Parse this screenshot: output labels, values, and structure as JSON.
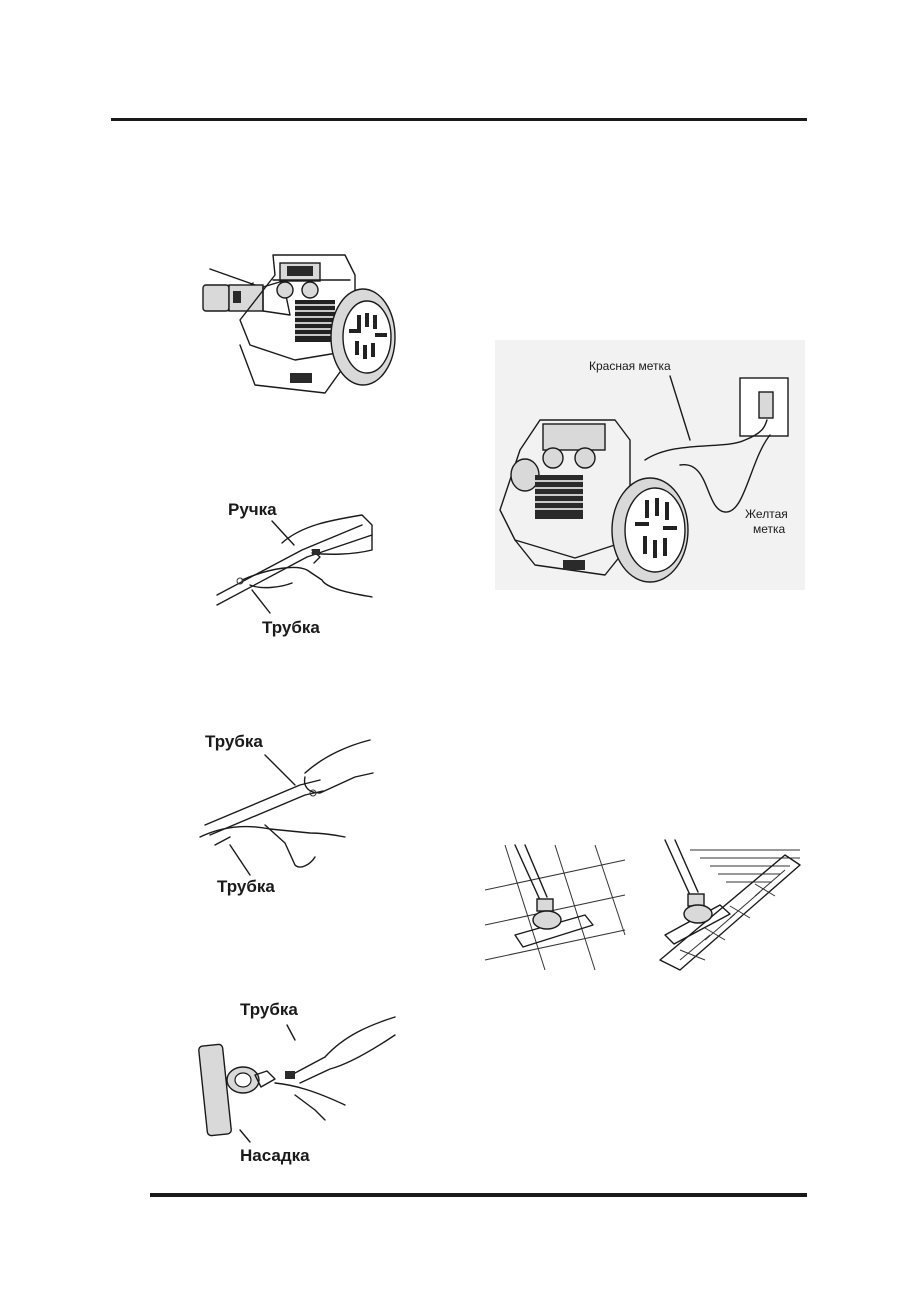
{
  "figures": {
    "handle_pipe": {
      "handle_label": "Ручка",
      "pipe_label": "Трубка"
    },
    "pipe_pipe": {
      "pipe_top_label": "Трубка",
      "pipe_bottom_label": "Трубка"
    },
    "pipe_nozzle": {
      "pipe_label": "Трубка",
      "nozzle_label": "Насадка"
    },
    "power_cord": {
      "red_mark_label": "Красная метка",
      "yellow_mark_line1": "Желтая",
      "yellow_mark_line2": "метка"
    }
  },
  "icons": [
    "vacuum-hose-inlet-illustration",
    "hose-handle-pipe-illustration",
    "pipe-connection-illustration",
    "pipe-nozzle-illustration",
    "vacuum-cord-plug-illustration",
    "floor-brush-tile-illustration",
    "floor-brush-carpet-illustration"
  ]
}
